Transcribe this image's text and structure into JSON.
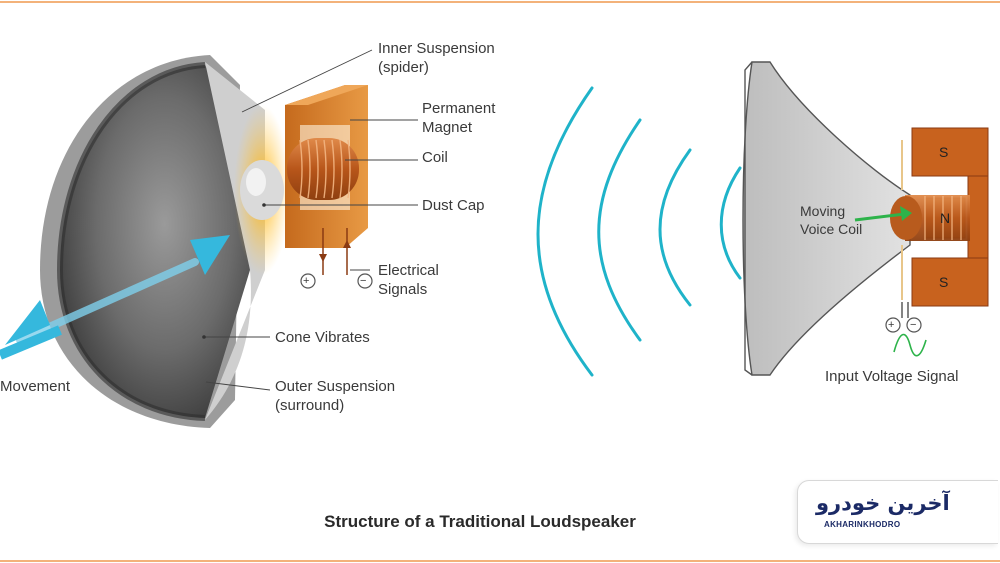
{
  "labels": {
    "inner_suspension": "Inner Suspension",
    "inner_suspension_sub": "(spider)",
    "permanent_magnet": "Permanent",
    "permanent_magnet_sub": "Magnet",
    "coil": "Coil",
    "dust_cap": "Dust Cap",
    "electrical_signals": "Electrical",
    "electrical_signals_sub": "Signals",
    "cone_vibrates": "Cone Vibrates",
    "outer_suspension": "Outer Suspension",
    "outer_suspension_sub": "(surround)",
    "movement": "Movement",
    "moving_voice_coil": "Moving",
    "moving_voice_coil_sub": "Voice Coil",
    "input_voltage": "Input Voltage Signal",
    "magnet_s_top": "S",
    "magnet_n": "N",
    "magnet_s_bottom": "S",
    "plus": "+",
    "minus": "−"
  },
  "caption": "Structure of a Traditional Loudspeaker",
  "logo": {
    "main": "آخرین خودرو",
    "sub": "AKHARINKHODRO"
  },
  "colors": {
    "wave": "#1fb3c9",
    "copper": "#c8621e",
    "magnet": "#d9822b",
    "cone_dark": "#4a4a4a",
    "arrow": "#35b8dd",
    "green": "#2db34a",
    "brand": "#1b2a66"
  }
}
